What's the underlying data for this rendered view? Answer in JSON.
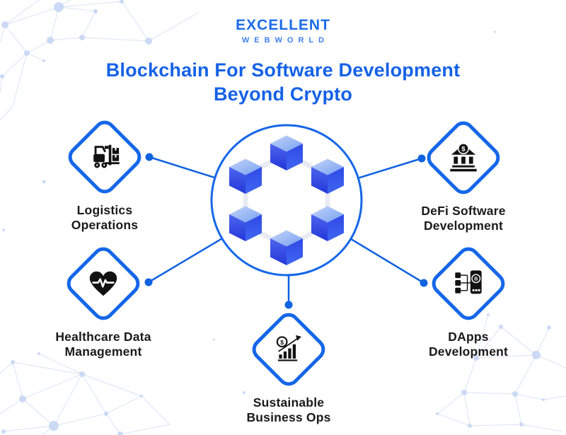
{
  "logo": {
    "name": "EXCELLENT",
    "tagline": "WEBWORLD"
  },
  "title": {
    "line1": "Blockchain For Software Development",
    "line2": "Beyond Crypto"
  },
  "hub": {
    "description": "blockchain-network of linked cubes",
    "cube_count": 6
  },
  "nodes": [
    {
      "id": "logistics",
      "icon": "forklift-icon",
      "label_line1": "Logistics",
      "label_line2": "Operations"
    },
    {
      "id": "defi",
      "icon": "bank-dollar-icon",
      "label_line1": "DeFi Software",
      "label_line2": "Development"
    },
    {
      "id": "healthcare",
      "icon": "heart-pulse-icon",
      "label_line1": "Healthcare Data",
      "label_line2": "Management"
    },
    {
      "id": "dapps",
      "icon": "dapp-phone-bitcoin-icon",
      "label_line1": "DApps",
      "label_line2": "Development"
    },
    {
      "id": "sustainable",
      "icon": "coin-growth-chart-icon",
      "label_line1": "Sustainable",
      "label_line2": "Business Ops"
    }
  ],
  "colors": {
    "accent_blue": "#1567e8",
    "connector_blue": "#0f62e0",
    "title_blue": "#1562e6",
    "logo_blue": "#1d6be8",
    "logo_light_blue": "#4181f0",
    "icon_black": "#121212",
    "label_text": "#1a1a1a",
    "link_gray": "#e9eaf2",
    "cube_light": "#c3d4f8",
    "cube_dark": "#2336d8",
    "mesh_blue": "#dce6f5"
  }
}
